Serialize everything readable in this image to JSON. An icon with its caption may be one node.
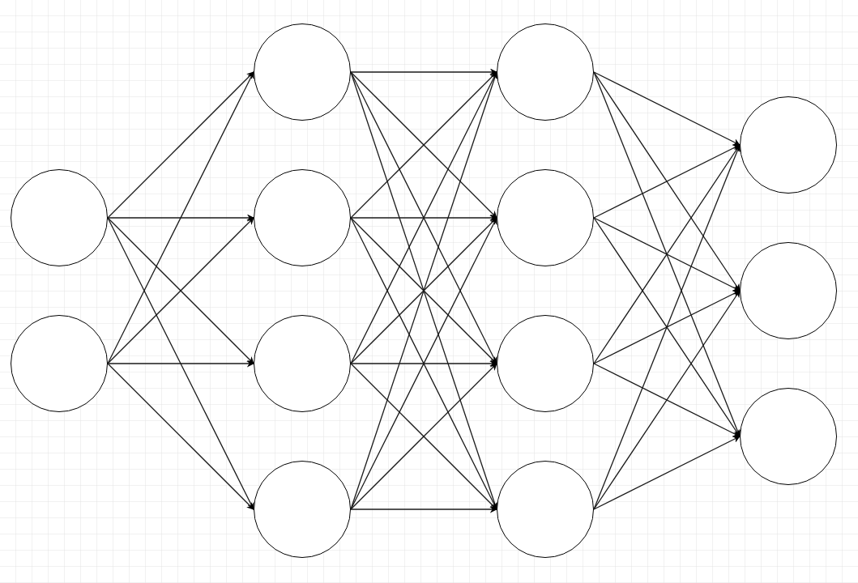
{
  "diagram": {
    "nodes": [
      {
        "text": [],
        "shape": "circle"
      },
      {
        "text": [],
        "shape": "circle"
      },
      {
        "text": [],
        "shape": "circle"
      },
      {
        "text": [],
        "shape": "circle"
      },
      {
        "text": [],
        "shape": "circle"
      },
      {
        "text": [],
        "shape": "circle"
      },
      {
        "text": [],
        "shape": "circle"
      },
      {
        "text": [],
        "shape": "circle"
      },
      {
        "text": [],
        "shape": "circle"
      },
      {
        "text": [],
        "shape": "circle"
      },
      {
        "text": [],
        "shape": "circle"
      },
      {
        "text": [],
        "shape": "circle"
      },
      {
        "text": [],
        "shape": "circle"
      }
    ],
    "edges": [
      {
        "from": 0,
        "to": 2,
        "arrow": "to"
      },
      {
        "from": 0,
        "to": 3,
        "arrow": "to"
      },
      {
        "from": 0,
        "to": 4,
        "arrow": "to"
      },
      {
        "from": 0,
        "to": 5,
        "arrow": "to"
      },
      {
        "from": 1,
        "to": 2,
        "arrow": "to"
      },
      {
        "from": 1,
        "to": 3,
        "arrow": "to"
      },
      {
        "from": 1,
        "to": 4,
        "arrow": "to"
      },
      {
        "from": 1,
        "to": 5,
        "arrow": "to"
      },
      {
        "from": 2,
        "to": 6,
        "arrow": "to"
      },
      {
        "from": 2,
        "to": 7,
        "arrow": "to"
      },
      {
        "from": 2,
        "to": 8,
        "arrow": "to"
      },
      {
        "from": 2,
        "to": 9,
        "arrow": "to"
      },
      {
        "from": 3,
        "to": 6,
        "arrow": "to"
      },
      {
        "from": 3,
        "to": 7,
        "arrow": "to"
      },
      {
        "from": 3,
        "to": 8,
        "arrow": "to"
      },
      {
        "from": 3,
        "to": 9,
        "arrow": "to"
      },
      {
        "from": 4,
        "to": 6,
        "arrow": "to"
      },
      {
        "from": 4,
        "to": 7,
        "arrow": "to"
      },
      {
        "from": 4,
        "to": 8,
        "arrow": "to"
      },
      {
        "from": 4,
        "to": 9,
        "arrow": "to"
      },
      {
        "from": 5,
        "to": 6,
        "arrow": "to"
      },
      {
        "from": 5,
        "to": 7,
        "arrow": "to"
      },
      {
        "from": 5,
        "to": 8,
        "arrow": "to"
      },
      {
        "from": 5,
        "to": 9,
        "arrow": "to"
      },
      {
        "from": 6,
        "to": 10,
        "arrow": "to"
      },
      {
        "from": 6,
        "to": 11,
        "arrow": "to"
      },
      {
        "from": 6,
        "to": 12,
        "arrow": "to"
      },
      {
        "from": 7,
        "to": 10,
        "arrow": "to"
      },
      {
        "from": 7,
        "to": 11,
        "arrow": "to"
      },
      {
        "from": 7,
        "to": 12,
        "arrow": "to"
      },
      {
        "from": 8,
        "to": 10,
        "arrow": "to"
      },
      {
        "from": 8,
        "to": 11,
        "arrow": "to"
      },
      {
        "from": 8,
        "to": 12,
        "arrow": "to"
      },
      {
        "from": 9,
        "to": 10,
        "arrow": "to"
      },
      {
        "from": 9,
        "to": 11,
        "arrow": "to"
      },
      {
        "from": 9,
        "to": 12,
        "arrow": "to"
      }
    ]
  }
}
